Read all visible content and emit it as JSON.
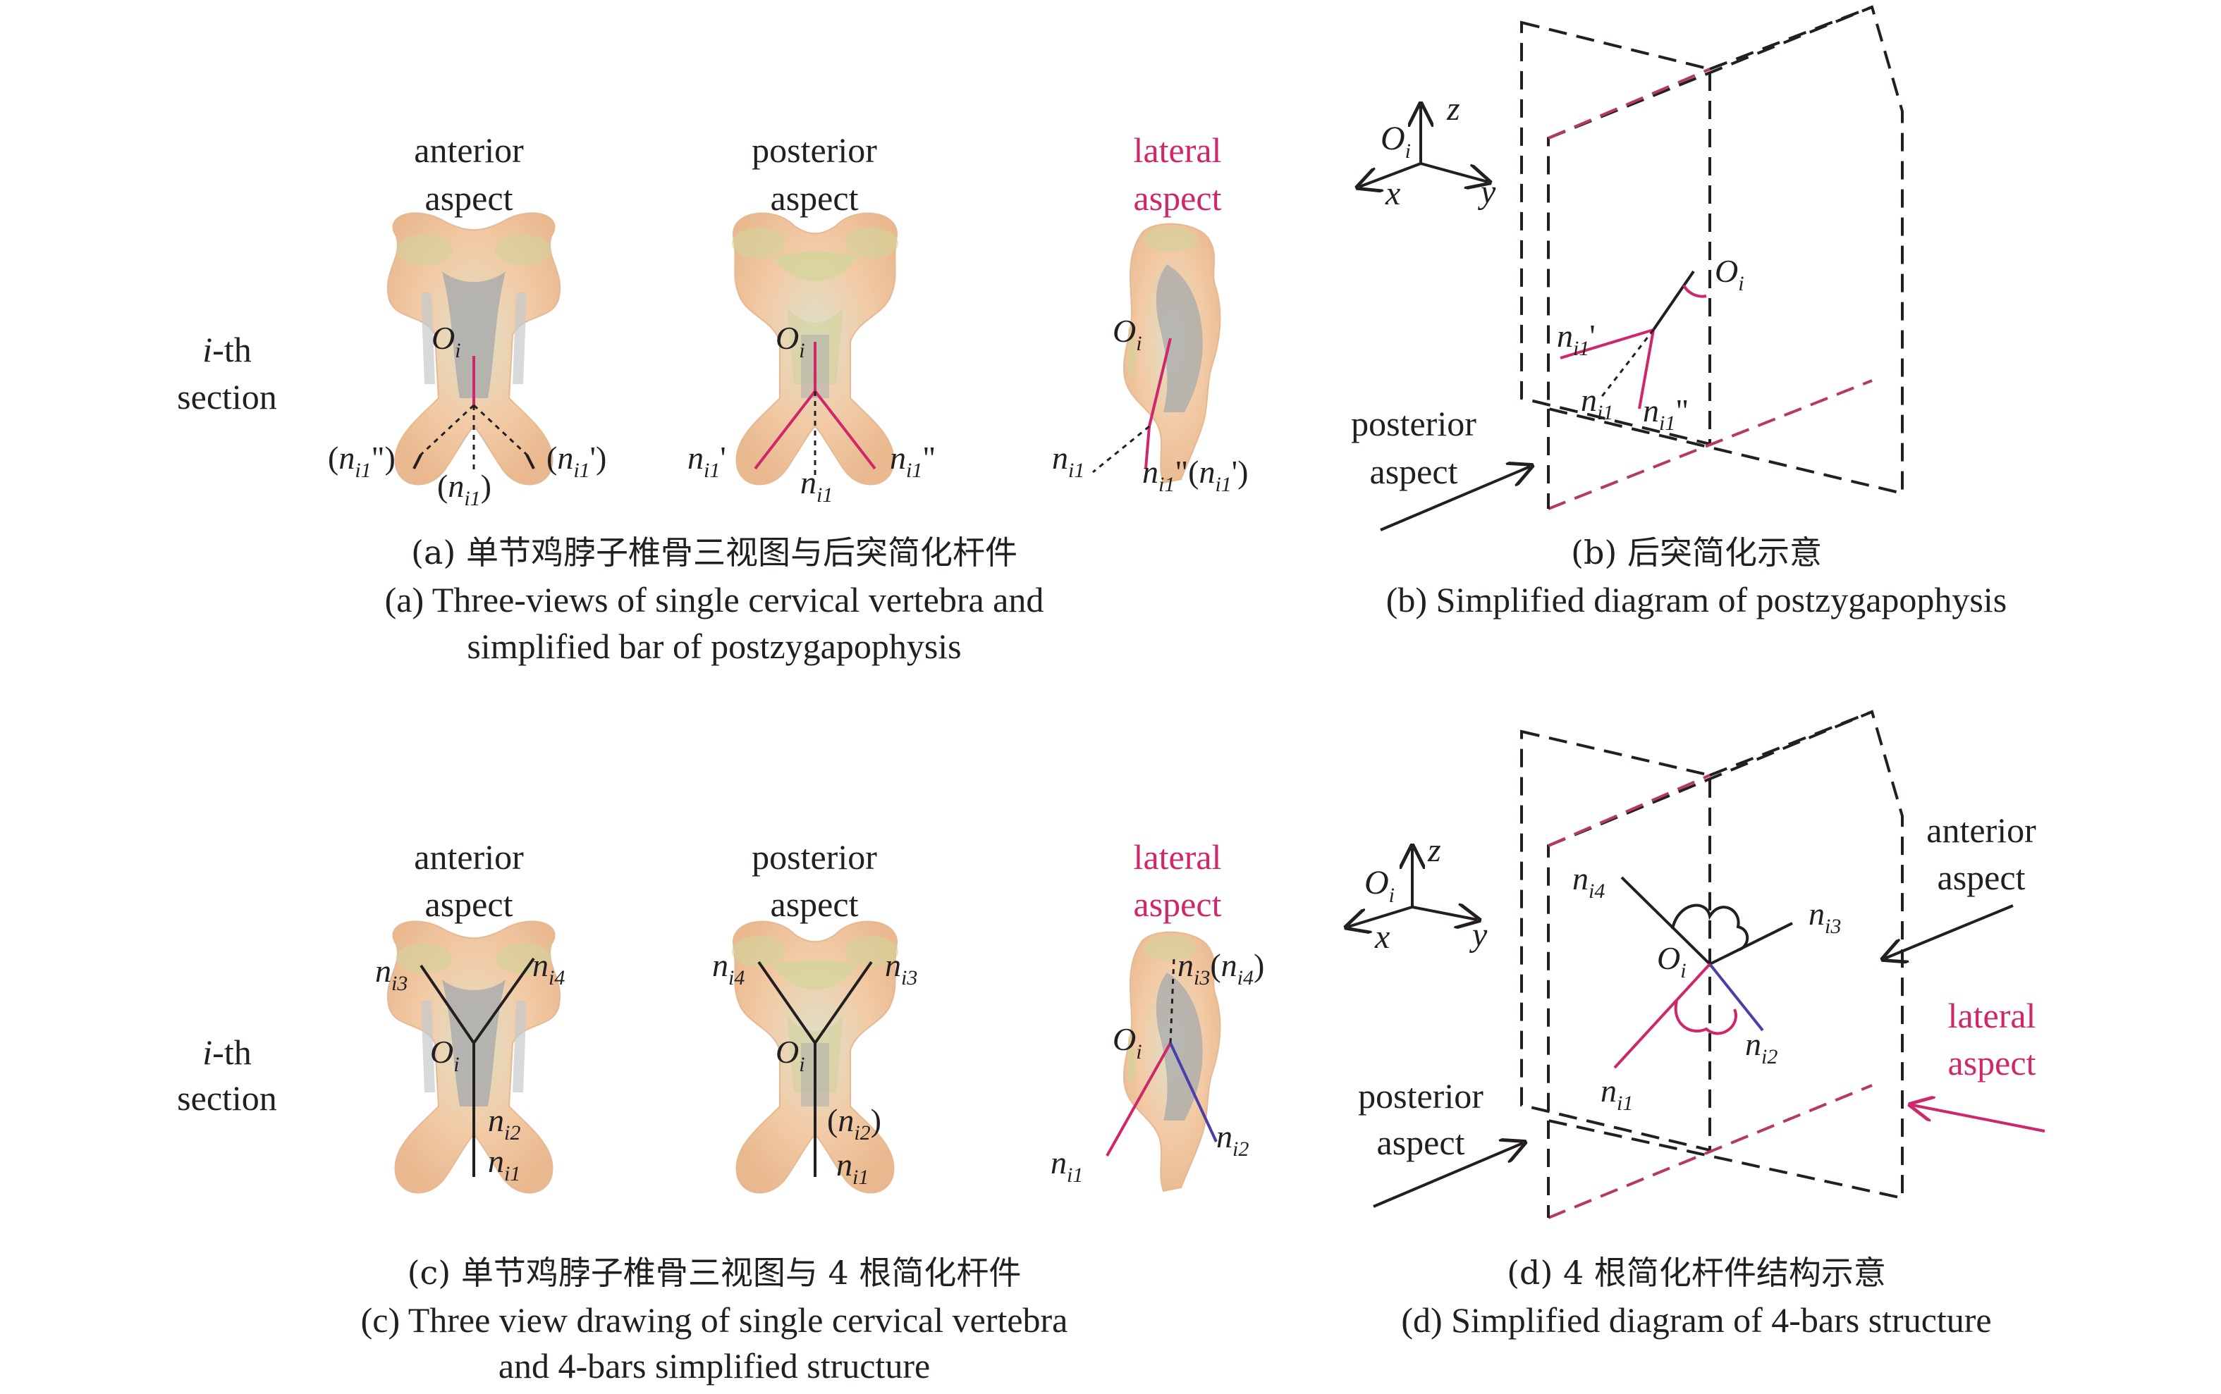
{
  "panel_a": {
    "row_label": [
      "i",
      "-th",
      "section"
    ],
    "views": [
      {
        "line1": "anterior",
        "line2": "aspect"
      },
      {
        "line1": "posterior",
        "line2": "aspect"
      },
      {
        "line1": "lateral",
        "line2": "aspect"
      }
    ],
    "origin": {
      "base": "O",
      "sub": "i"
    },
    "labels_anterior": {
      "left": {
        "pre": "(",
        "base": "n",
        "sub": "i1",
        "post": "\")"
      },
      "right": {
        "pre": "(",
        "base": "n",
        "sub": "i1",
        "post": "')"
      },
      "bottom": {
        "pre": "(",
        "base": "n",
        "sub": "i1",
        "post": ")"
      }
    },
    "labels_posterior": {
      "left": {
        "base": "n",
        "sub": "i1",
        "post": "'"
      },
      "right": {
        "base": "n",
        "sub": "i1",
        "post": "\""
      },
      "bottom": {
        "base": "n",
        "sub": "i1",
        "post": ""
      }
    },
    "labels_lateral": {
      "left": {
        "base": "n",
        "sub": "i1",
        "post": ""
      },
      "right": {
        "base": "n",
        "sub": "i1",
        "post": "\"(",
        "base2": "n",
        "sub2": "i1",
        "post2": "')"
      }
    },
    "caption_zh": "(a) 单节鸡脖子椎骨三视图与后突简化杆件",
    "caption_en_1": "(a) Three-views of single cervical vertebra and",
    "caption_en_2": "simplified bar of postzygapophysis"
  },
  "panel_b": {
    "axes": {
      "origin": "O",
      "origin_sub": "i",
      "x": "x",
      "y": "y",
      "z": "z"
    },
    "origin": {
      "base": "O",
      "sub": "i"
    },
    "labels": {
      "n1p": {
        "base": "n",
        "sub": "i1",
        "post": "'"
      },
      "n1": {
        "base": "n",
        "sub": "i1",
        "post": ""
      },
      "n1pp": {
        "base": "n",
        "sub": "i1",
        "post": "\""
      }
    },
    "view_label": {
      "line1": "posterior",
      "line2": "aspect"
    },
    "caption_zh": "(b) 后突简化示意",
    "caption_en": "(b) Simplified diagram of postzygapophysis"
  },
  "panel_c": {
    "row_label": [
      "i",
      "-th",
      "section"
    ],
    "views": [
      {
        "line1": "anterior",
        "line2": "aspect"
      },
      {
        "line1": "posterior",
        "line2": "aspect"
      },
      {
        "line1": "lateral",
        "line2": "aspect"
      }
    ],
    "origin": {
      "base": "O",
      "sub": "i"
    },
    "labels_anterior": {
      "n3": {
        "base": "n",
        "sub": "i3"
      },
      "n4": {
        "base": "n",
        "sub": "i4"
      },
      "n2": {
        "base": "n",
        "sub": "i2"
      },
      "n1": {
        "base": "n",
        "sub": "i1"
      }
    },
    "labels_posterior": {
      "n4": {
        "base": "n",
        "sub": "i4"
      },
      "n3": {
        "base": "n",
        "sub": "i3"
      },
      "n2": {
        "pre": "(",
        "base": "n",
        "sub": "i2",
        "post": ")"
      },
      "n1": {
        "base": "n",
        "sub": "i1"
      }
    },
    "labels_lateral": {
      "n34": {
        "base": "n",
        "sub": "i3",
        "mid": "(",
        "base2": "n",
        "sub2": "i4",
        "post": ")"
      },
      "n1": {
        "base": "n",
        "sub": "i1"
      },
      "n2": {
        "base": "n",
        "sub": "i2"
      }
    },
    "caption_zh": "(c) 单节鸡脖子椎骨三视图与 4 根简化杆件",
    "caption_en_1": "(c) Three view drawing of single cervical vertebra",
    "caption_en_2": "and 4-bars simplified structure"
  },
  "panel_d": {
    "axes": {
      "origin": "O",
      "origin_sub": "i",
      "x": "x",
      "y": "y",
      "z": "z"
    },
    "origin": {
      "base": "O",
      "sub": "i"
    },
    "labels": {
      "n4": {
        "base": "n",
        "sub": "i4"
      },
      "n3": {
        "base": "n",
        "sub": "i3"
      },
      "n2": {
        "base": "n",
        "sub": "i2"
      },
      "n1": {
        "base": "n",
        "sub": "i1"
      }
    },
    "views": [
      {
        "line1": "anterior",
        "line2": "aspect"
      },
      {
        "line1": "lateral",
        "line2": "aspect"
      },
      {
        "line1": "posterior",
        "line2": "aspect"
      }
    ],
    "caption_zh": "(d) 4 根简化杆件结构示意",
    "caption_en": "(d) Simplified diagram of 4-bars structure"
  },
  "colors": {
    "text": "#231f20",
    "accent": "#d0266a",
    "bone": "#f2c9a4",
    "bone_shade": "#c9cf8e",
    "bone_inner": "#9da0a6",
    "blue_bar": "#4a3fa8"
  }
}
